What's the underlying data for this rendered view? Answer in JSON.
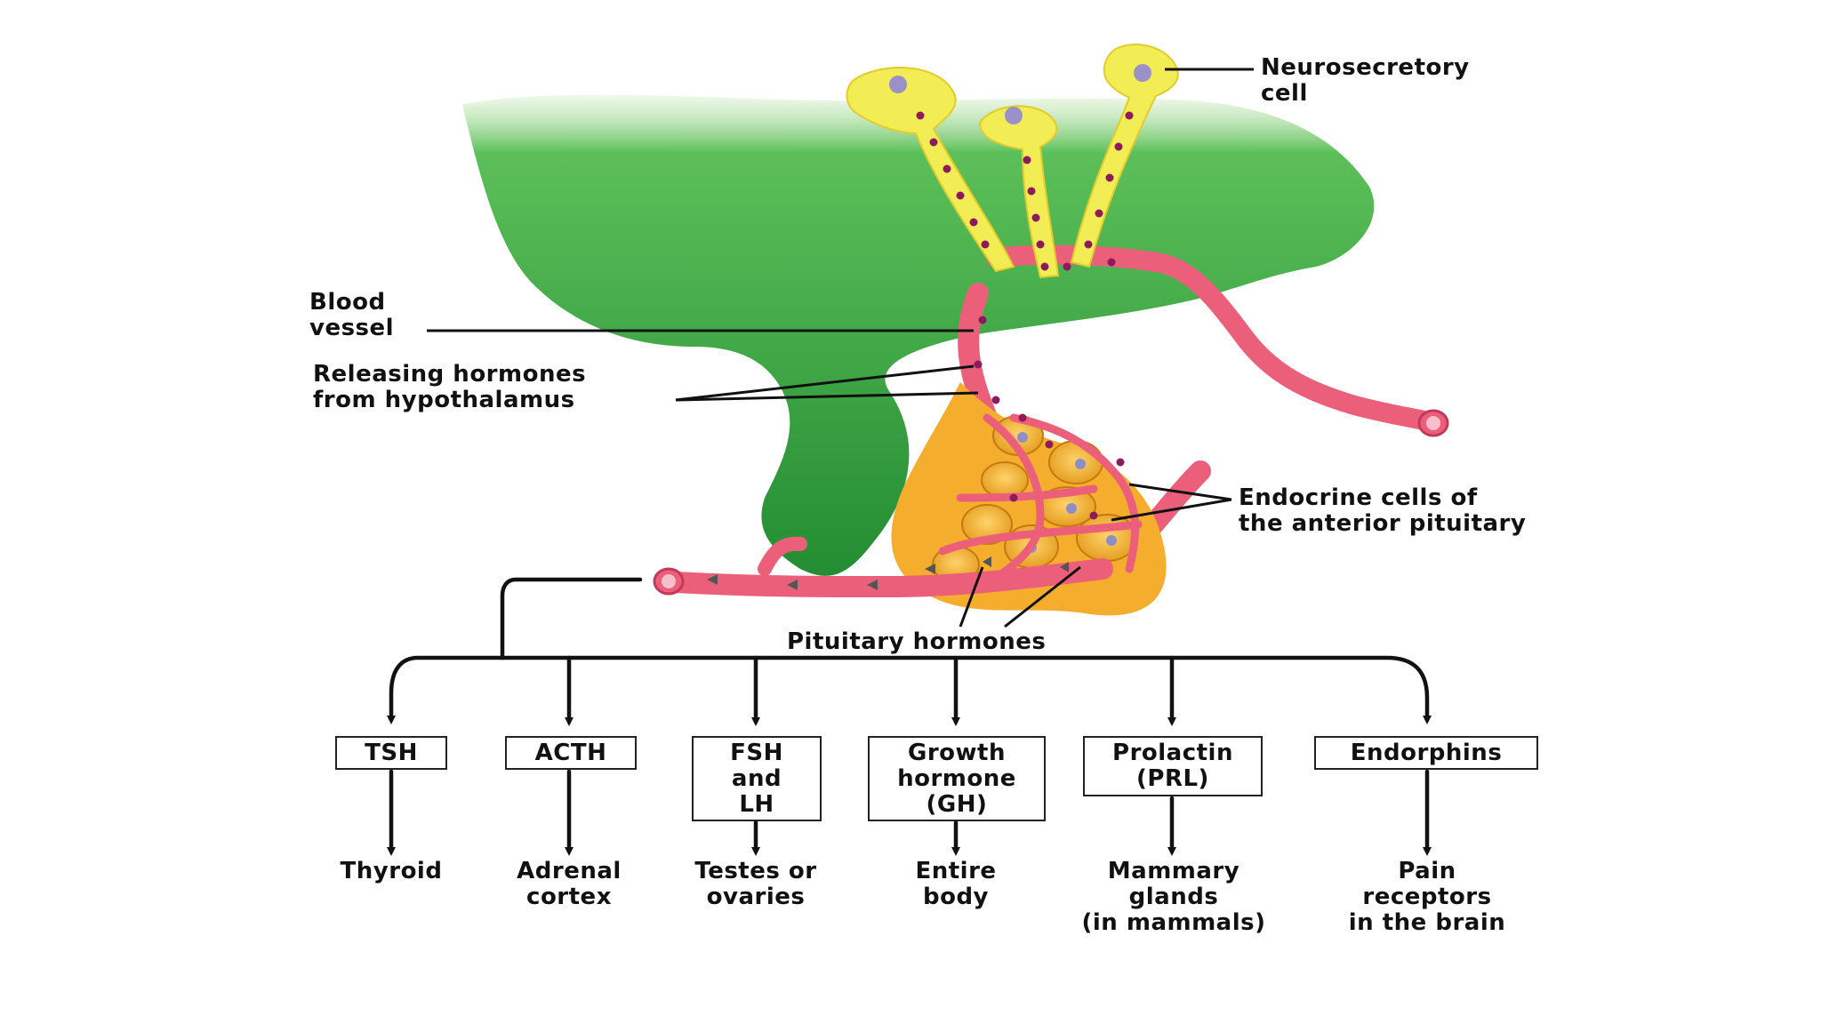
{
  "labels": {
    "neurosecretory": "Neurosecretory\ncell",
    "blood_vessel": "Blood\nvessel",
    "releasing": "Releasing hormones\nfrom hypothalamus",
    "endocrine": "Endocrine cells of\nthe anterior pituitary",
    "pituitary_hormones": "Pituitary hormones"
  },
  "hormones": [
    {
      "name": "TSH",
      "target": "Thyroid"
    },
    {
      "name": "ACTH",
      "target": "Adrenal\ncortex"
    },
    {
      "name": "FSH\nand\nLH",
      "target": "Testes or\novaries"
    },
    {
      "name": "Growth\nhormone\n(GH)",
      "target": "Entire\nbody"
    },
    {
      "name": "Prolactin\n(PRL)",
      "target": "Mammary\nglands\n(in mammals)"
    },
    {
      "name": "Endorphins",
      "target": "Pain\nreceptors\nin the brain"
    }
  ],
  "colors": {
    "hypothalamus": "#2e9a3a",
    "neuron": "#f2ec55",
    "vessel": "#ec5f7a",
    "pituitary": "#f4ad2d",
    "granule": "#8e1a5e"
  }
}
